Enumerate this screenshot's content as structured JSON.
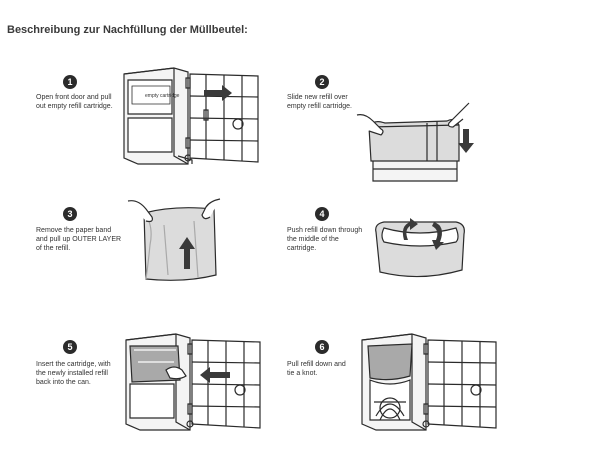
{
  "title": "Beschreibung zur Nachfüllung der Müllbeutel:",
  "steps": [
    {
      "number": "1",
      "lines": [
        "Open front door and pull",
        "out empty refill cartridge."
      ],
      "illustration_label": "empty cartridge"
    },
    {
      "number": "2",
      "lines": [
        "Slide new refill over",
        "empty refill cartridge."
      ]
    },
    {
      "number": "3",
      "lines": [
        "Remove the paper band",
        "and pull up OUTER LAYER",
        "of the refill."
      ]
    },
    {
      "number": "4",
      "lines": [
        "Push refill down through",
        "the middle of the",
        "cartridge."
      ]
    },
    {
      "number": "5",
      "lines": [
        "Insert the cartridge, with",
        "the newly installed refill",
        "back into the can."
      ]
    },
    {
      "number": "6",
      "lines": [
        "Pull refill down and",
        "tie a knot."
      ]
    }
  ],
  "icons": {
    "arrow": "arrow-icon",
    "hand": "hand-icon"
  },
  "colors": {
    "ink": "#2b2b2b",
    "bag": "#dcdcdc",
    "bag_dark": "#a9a9a9",
    "arrow": "#3a3a3a"
  }
}
